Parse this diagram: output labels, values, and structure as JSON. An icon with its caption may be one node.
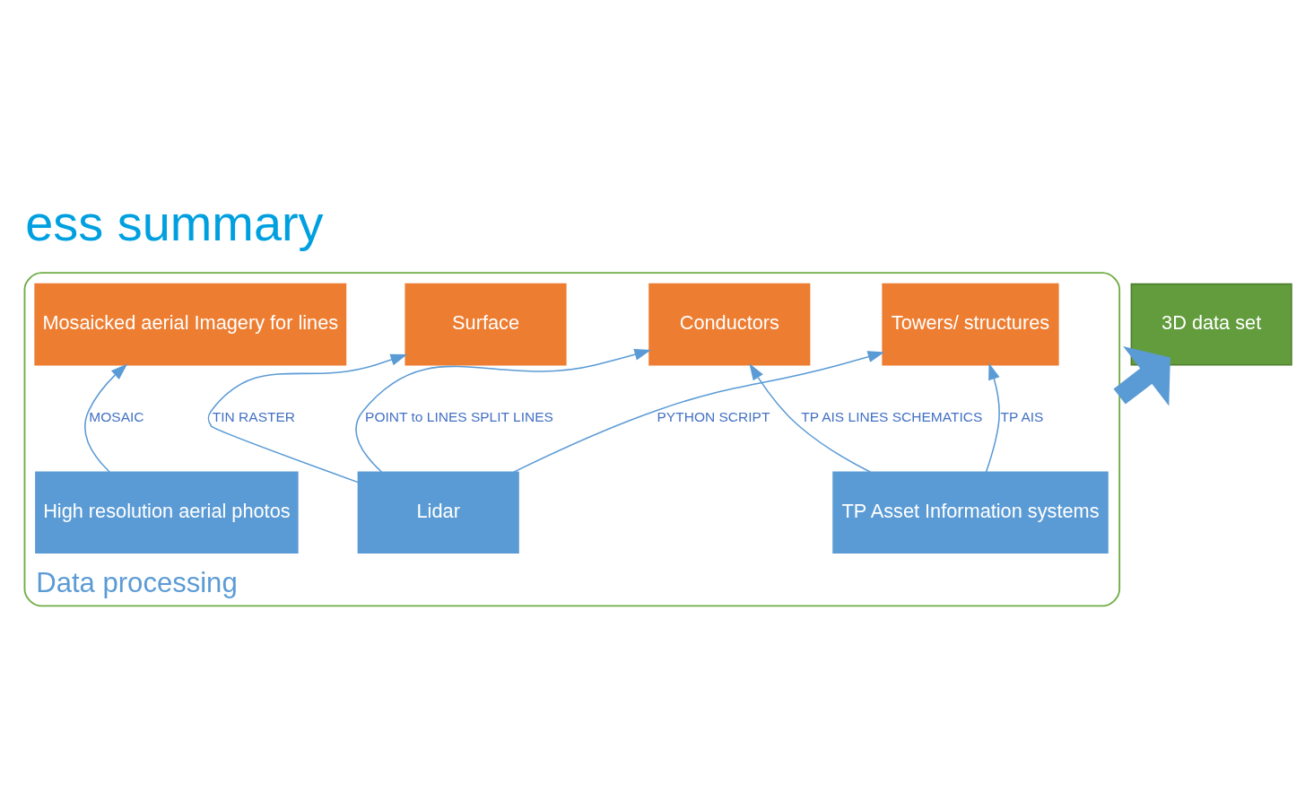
{
  "diagram": {
    "title": "ess summary",
    "nodes": [
      {
        "text": [
          "3D data set"
        ]
      },
      {
        "text": [
          "Data processing"
        ]
      },
      {
        "text": [
          "TP Asset Information systems"
        ],
        "in": 1
      },
      {
        "text": [
          "Mosaicked aerial Imagery for lines"
        ],
        "in": 1
      },
      {
        "text": [
          "Surface"
        ],
        "in": 1
      },
      {
        "text": [
          "Conductors"
        ],
        "in": 1
      },
      {
        "text": [
          "Towers/ structures"
        ],
        "in": 1
      },
      {
        "text": [
          "High resolution aerial photos"
        ],
        "in": 1
      },
      {
        "text": [
          "Lidar"
        ],
        "in": 1
      }
    ],
    "edges": [
      {
        "from": 1,
        "to": 0,
        "arrow": "to",
        "style": "thick"
      },
      {
        "from": 2,
        "to": 5,
        "arrow": "to",
        "label": "TP AIS LINES SCHEMATICS"
      },
      {
        "from": 2,
        "to": 6,
        "arrow": "to",
        "label": "TP AIS"
      },
      {
        "from": 7,
        "to": 3,
        "arrow": "to",
        "label": "MOSAIC"
      },
      {
        "from": 8,
        "to": 4,
        "arrow": "to",
        "label": "TIN RASTER"
      },
      {
        "from": 8,
        "to": 5,
        "arrow": "to",
        "label": "POINT to LINES SPLIT LINES"
      },
      {
        "from": 8,
        "to": 6,
        "arrow": "to",
        "label": "PYTHON SCRIPT"
      }
    ]
  }
}
